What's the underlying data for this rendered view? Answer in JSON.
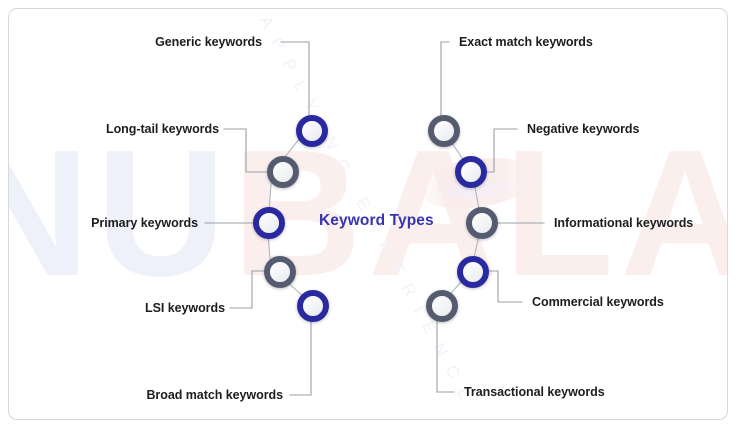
{
  "diagram": {
    "title": "Keyword Types",
    "accent_color": "#3734b0",
    "node_blue": "#2a2aa0",
    "node_gray": "#565c70",
    "connector_color": "#9aa0a6",
    "card_border_color": "#d6d9dd",
    "background": "#ffffff"
  },
  "watermark": {
    "left_text": "ANU",
    "right_text": "BALAM",
    "tagline": "APPLYING EXPERIENCE"
  },
  "left_branch": {
    "items": [
      {
        "id": "generic",
        "label": "Generic keywords",
        "node_color": "blue"
      },
      {
        "id": "long-tail",
        "label": "Long-tail keywords",
        "node_color": "gray"
      },
      {
        "id": "primary",
        "label": "Primary keywords",
        "node_color": "blue"
      },
      {
        "id": "lsi",
        "label": "LSI keywords",
        "node_color": "gray"
      },
      {
        "id": "broad-match",
        "label": "Broad match keywords",
        "node_color": "blue"
      }
    ]
  },
  "right_branch": {
    "items": [
      {
        "id": "exact-match",
        "label": "Exact match keywords",
        "node_color": "gray"
      },
      {
        "id": "negative",
        "label": "Negative keywords",
        "node_color": "blue"
      },
      {
        "id": "informational",
        "label": "Informational keywords",
        "node_color": "gray"
      },
      {
        "id": "commercial",
        "label": "Commercial keywords",
        "node_color": "blue"
      },
      {
        "id": "transactional",
        "label": "Transactional keywords",
        "node_color": "gray"
      }
    ]
  }
}
